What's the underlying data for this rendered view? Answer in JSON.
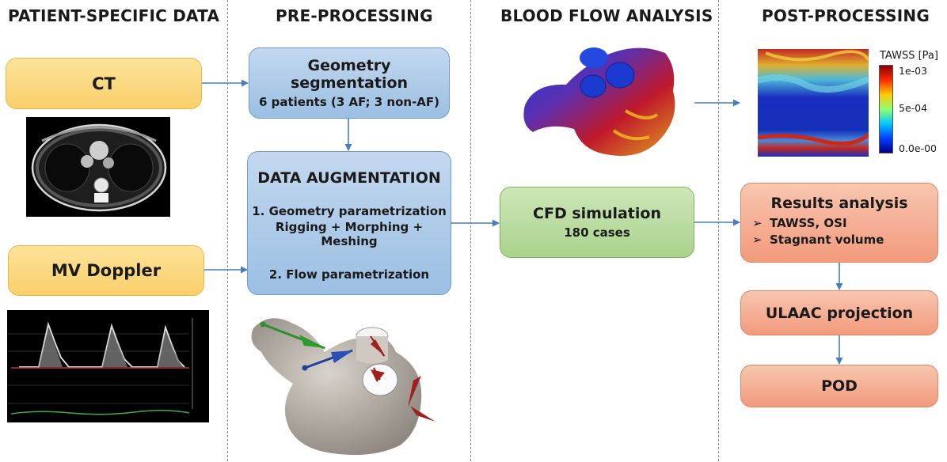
{
  "columns": [
    "PATIENT-SPECIFIC DATA",
    "PRE-PROCESSING",
    "BLOOD FLOW ANALYSIS",
    "POST-PROCESSING"
  ],
  "patient_data": {
    "ct_label": "CT",
    "doppler_label": "MV Doppler"
  },
  "preprocessing": {
    "segmentation_title": "Geometry segmentation",
    "segmentation_sub": "6 patients (3 AF; 3 non-AF)",
    "augmentation_title": "DATA AUGMENTATION",
    "augmentation_step1": "1. Geometry parametrization",
    "augmentation_step1b": "Rigging + Morphing + Meshing",
    "augmentation_step2": "2. Flow parametrization"
  },
  "blood_flow": {
    "cfd_title": "CFD simulation",
    "cfd_sub": "180 cases"
  },
  "postprocessing": {
    "colorbar_title": "TAWSS [Pa]",
    "colorbar_ticks": [
      "1e-03",
      "5e-04",
      "0.0e-00"
    ],
    "results_title": "Results analysis",
    "results_items": [
      "TAWSS, OSI",
      "Stagnant volume"
    ],
    "ulaac_title": "ULAAC projection",
    "pod_title": "POD"
  },
  "colors": {
    "arrow": "#4a7cc0",
    "orange": "#f9cf6a",
    "blue": "#9bbfe3",
    "green": "#a9d38c",
    "salmon": "#f29a7c"
  }
}
